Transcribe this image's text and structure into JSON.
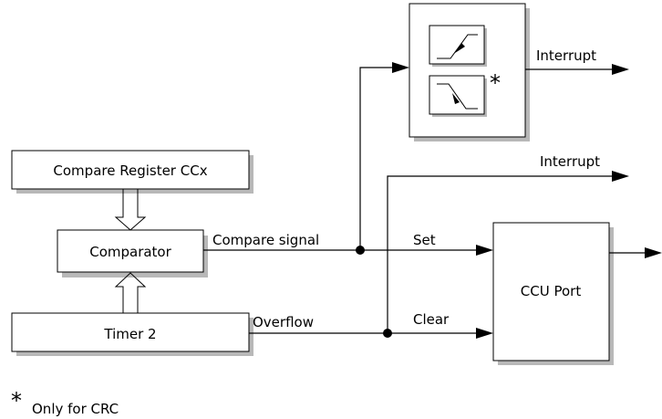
{
  "blocks": {
    "compare_register": "Compare Register CCx",
    "comparator": "Comparator",
    "timer": "Timer 2",
    "ccu_port": "CCU Port"
  },
  "signals": {
    "compare_signal": "Compare signal",
    "overflow": "Overflow",
    "set": "Set",
    "clear": "Clear",
    "interrupt_top": "Interrupt",
    "interrupt_mid": "Interrupt"
  },
  "footnote": {
    "marker": "*",
    "marker_inline": "*",
    "text": "Only for CRC"
  },
  "colors": {
    "line": "#000000",
    "shadow": "#b8b8b8",
    "background": "#ffffff"
  }
}
